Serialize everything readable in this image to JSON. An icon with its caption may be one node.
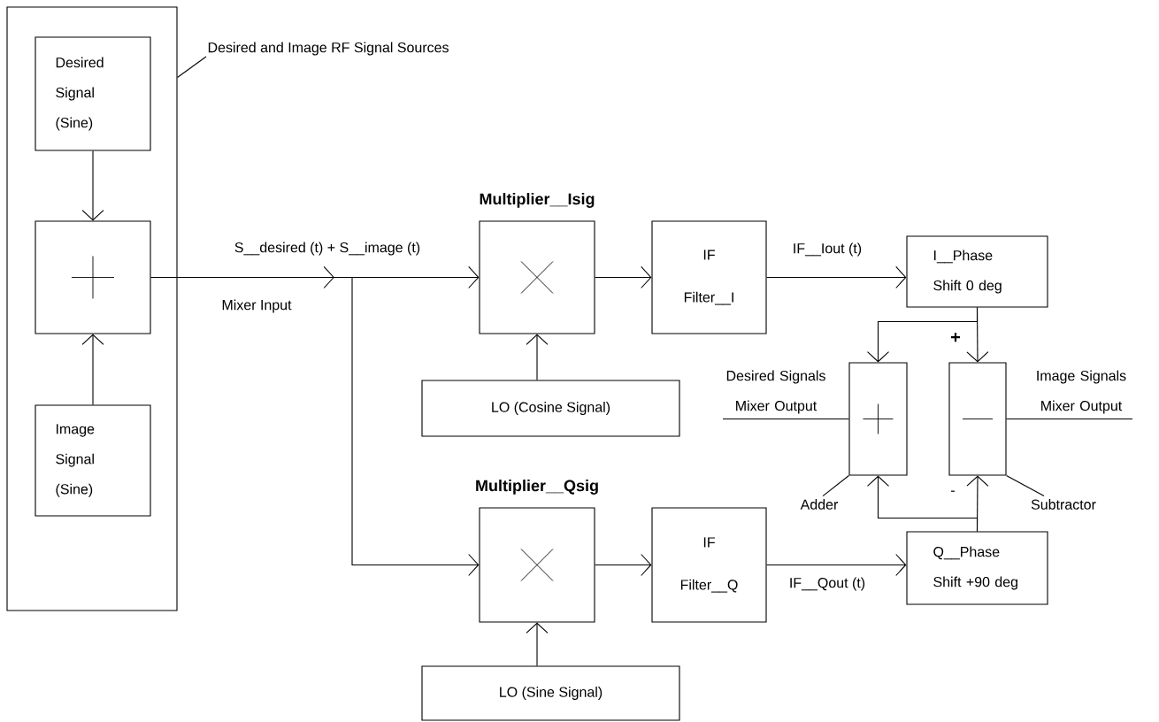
{
  "diagram": {
    "nodes": [
      {
        "text": [],
        "shape": "box"
      },
      {
        "text": [
          "Desired Signal (Sine)"
        ],
        "in": 0
      },
      {
        "text": [],
        "shape": "box",
        "in": 0
      },
      {
        "text": [
          "Image Signal (Sine)"
        ],
        "in": 0
      },
      {
        "text": [
          "Desired and Image RF Signal Sources"
        ]
      },
      {
        "text": [
          "LO (Cosine Signal)"
        ]
      },
      {
        "text": [
          "Multiplier__Isig"
        ]
      },
      {
        "text": [
          "IF",
          "Filter__I"
        ]
      },
      {
        "text": [
          "LO (Sine Signal)"
        ]
      },
      {
        "text": [
          "Multiplier__Qsig"
        ]
      },
      {
        "text": [
          "IF",
          "Filter__Q"
        ]
      },
      {
        "text": [
          "I__Phase Shift 0 deg"
        ]
      },
      {
        "text": [
          "Q__Phase Shift +90 deg"
        ]
      },
      {
        "text": [],
        "shape": "box"
      },
      {
        "text": [],
        "shape": "box"
      },
      {
        "text": [
          "Adder"
        ]
      },
      {
        "text": [
          "Subtractor"
        ]
      }
    ],
    "edges": [
      {
        "from": 1,
        "to": 2,
        "arrow": "to"
      },
      {
        "from": 3,
        "to": 2,
        "arrow": "to"
      },
      {
        "from": 4,
        "to": 0,
        "arrow": "none"
      },
      {
        "from": 2,
        "to": 6,
        "arrow": "to",
        "label": "S__desired (t) + S__image (t)"
      },
      {
        "from": 2,
        "to": 9,
        "arrow": "to"
      },
      {
        "from": 5,
        "to": 6,
        "arrow": "to"
      },
      {
        "from": 6,
        "to": 7,
        "arrow": "to"
      },
      {
        "from": 7,
        "to": 11,
        "arrow": "to",
        "label": "IF__Iout (t)"
      },
      {
        "from": 8,
        "to": 9,
        "arrow": "to"
      },
      {
        "from": 9,
        "to": 10,
        "arrow": "to"
      },
      {
        "from": 10,
        "to": 12,
        "arrow": "to",
        "label": "IF__Qout (t)"
      },
      {
        "from": 11,
        "to": 13,
        "arrow": "to"
      },
      {
        "from": 11,
        "to": 14,
        "arrow": "to",
        "label": "+"
      },
      {
        "from": 12,
        "to": 13,
        "arrow": "to"
      },
      {
        "from": 12,
        "to": 14,
        "arrow": "to",
        "label": "-"
      },
      {
        "from": 13,
        "to": null,
        "arrow": "none",
        "label": "Desired Signals Mixer Output"
      },
      {
        "from": 14,
        "to": null,
        "arrow": "none",
        "label": "Image Signals Mixer Output"
      },
      {
        "from": 15,
        "to": 13,
        "arrow": "none"
      },
      {
        "from": 16,
        "to": 14,
        "arrow": "none"
      }
    ],
    "labels": [
      "Mixer Input"
    ]
  }
}
